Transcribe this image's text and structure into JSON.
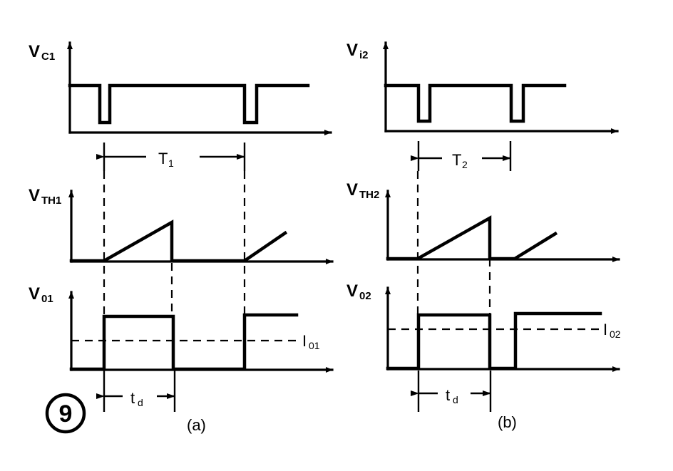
{
  "figure": {
    "number": "9",
    "panel_a": {
      "caption": "(a)",
      "top": {
        "label_main": "V",
        "label_sub": "C1"
      },
      "middle": {
        "label_main": "V",
        "label_sub": "TH1"
      },
      "bottom": {
        "label_main": "V",
        "label_sub": "01"
      },
      "period": {
        "label_main": "T",
        "label_sub": "1"
      },
      "delay": {
        "label_main": "t",
        "label_sub": "d"
      },
      "threshold": {
        "label_main": "I",
        "label_sub": "01"
      }
    },
    "panel_b": {
      "caption": "(b)",
      "top": {
        "label_main": "V",
        "label_sub": "i2"
      },
      "middle": {
        "label_main": "V",
        "label_sub": "TH2"
      },
      "bottom": {
        "label_main": "V",
        "label_sub": "02"
      },
      "period": {
        "label_main": "T",
        "label_sub": "2"
      },
      "delay": {
        "label_main": "t",
        "label_sub": "d"
      },
      "threshold": {
        "label_main": "I",
        "label_sub": "02"
      }
    }
  }
}
